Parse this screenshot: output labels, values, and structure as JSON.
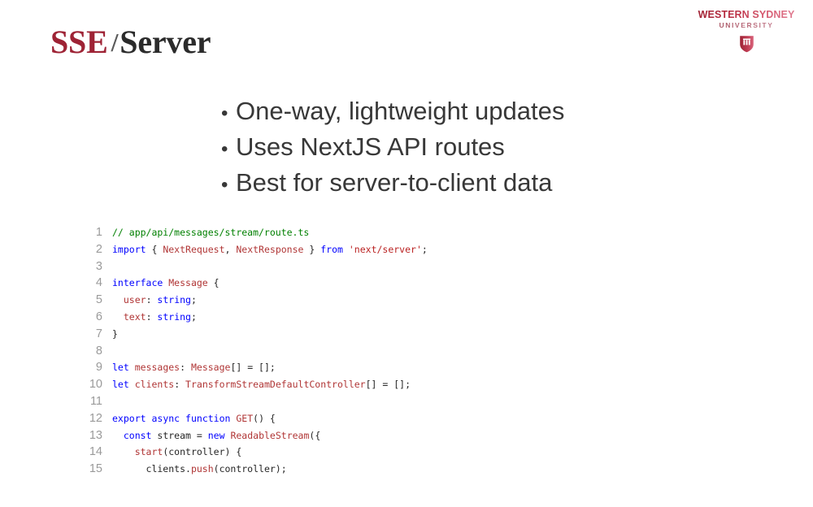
{
  "slide": {
    "title": {
      "accent": "SSE",
      "separator": "/",
      "main": "Server"
    }
  },
  "logo": {
    "name": "western-sydney-university-logo",
    "line1": "WESTERN SYDNEY",
    "line2": "UNIVERSITY",
    "crest_icon": "shield-crest-icon",
    "colors": {
      "brand_dark": "#9e2335",
      "brand_light": "#e28095"
    }
  },
  "bullets": {
    "marker": "•",
    "items": [
      "One-way, lightweight updates",
      "Uses NextJS API routes",
      "Best for server-to-client data"
    ]
  },
  "code": {
    "language": "typescript",
    "line_numbers": [
      "1",
      "2",
      "3",
      "4",
      "5",
      "6",
      "7",
      "8",
      "9",
      "10",
      "11",
      "12",
      "13",
      "14",
      "15"
    ],
    "lines": [
      "// app/api/messages/stream/route.ts",
      "import { NextRequest, NextResponse } from 'next/server';",
      "",
      "interface Message {",
      "  user: string;",
      "  text: string;",
      "}",
      "",
      "let messages: Message[] = [];",
      "let clients: TransformStreamDefaultController[] = [];",
      "",
      "export async function GET() {",
      "  const stream = new ReadableStream({",
      "    start(controller) {",
      "      clients.push(controller);"
    ],
    "tokens": [
      [
        [
          "// app/api/messages/stream/route.ts",
          "com"
        ]
      ],
      [
        [
          "import",
          "kw"
        ],
        [
          " { ",
          "pl"
        ],
        [
          "NextRequest",
          "id"
        ],
        [
          ", ",
          "pl"
        ],
        [
          "NextResponse",
          "id"
        ],
        [
          " } ",
          "pl"
        ],
        [
          "from",
          "kw"
        ],
        [
          " ",
          "pl"
        ],
        [
          "'next/server'",
          "str"
        ],
        [
          ";",
          "pl"
        ]
      ],
      [],
      [
        [
          "interface",
          "kw"
        ],
        [
          " ",
          "pl"
        ],
        [
          "Message",
          "id"
        ],
        [
          " {",
          "pl"
        ]
      ],
      [
        [
          "  ",
          "pl"
        ],
        [
          "user",
          "id"
        ],
        [
          ": ",
          "pl"
        ],
        [
          "string",
          "kw"
        ],
        [
          ";",
          "pl"
        ]
      ],
      [
        [
          "  ",
          "pl"
        ],
        [
          "text",
          "id"
        ],
        [
          ": ",
          "pl"
        ],
        [
          "string",
          "kw"
        ],
        [
          ";",
          "pl"
        ]
      ],
      [
        [
          "}",
          "pl"
        ]
      ],
      [],
      [
        [
          "let",
          "kw"
        ],
        [
          " ",
          "pl"
        ],
        [
          "messages",
          "id"
        ],
        [
          ": ",
          "pl"
        ],
        [
          "Message",
          "id"
        ],
        [
          "[] = [];",
          "pl"
        ]
      ],
      [
        [
          "let",
          "kw"
        ],
        [
          " ",
          "pl"
        ],
        [
          "clients",
          "id"
        ],
        [
          ": ",
          "pl"
        ],
        [
          "TransformStreamDefaultController",
          "id"
        ],
        [
          "[] = [];",
          "pl"
        ]
      ],
      [],
      [
        [
          "export",
          "kw"
        ],
        [
          " ",
          "pl"
        ],
        [
          "async",
          "kw"
        ],
        [
          " ",
          "pl"
        ],
        [
          "function",
          "kw"
        ],
        [
          " ",
          "pl"
        ],
        [
          "GET",
          "id"
        ],
        [
          "() {",
          "pl"
        ]
      ],
      [
        [
          "  ",
          "pl"
        ],
        [
          "const",
          "kw"
        ],
        [
          " stream = ",
          "pl"
        ],
        [
          "new",
          "kw"
        ],
        [
          " ",
          "pl"
        ],
        [
          "ReadableStream",
          "id"
        ],
        [
          "({",
          "pl"
        ]
      ],
      [
        [
          "    ",
          "pl"
        ],
        [
          "start",
          "id"
        ],
        [
          "(controller) {",
          "pl"
        ]
      ],
      [
        [
          "      clients.",
          "pl"
        ],
        [
          "push",
          "id"
        ],
        [
          "(controller);",
          "pl"
        ]
      ]
    ],
    "colors": {
      "comment": "#008000",
      "keyword": "#0000ff",
      "identifier": "#b03535",
      "string": "#ba2121",
      "plain": "#262626",
      "line_number": "#9a9a9a"
    }
  }
}
